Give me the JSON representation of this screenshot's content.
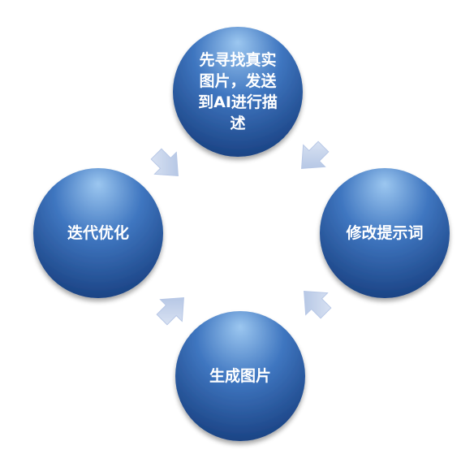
{
  "diagram": {
    "type": "cycle",
    "nodes": [
      {
        "id": "top",
        "lines": [
          "先寻找真实",
          "图片，发送",
          "到AI进行描",
          "述"
        ]
      },
      {
        "id": "right",
        "lines": [
          "修改提示词"
        ]
      },
      {
        "id": "bottom",
        "lines": [
          "生成图片"
        ]
      },
      {
        "id": "left",
        "lines": [
          "迭代优化"
        ]
      }
    ],
    "flow": [
      "top",
      "right",
      "bottom",
      "left",
      "top"
    ]
  },
  "colors": {
    "node_light": "#9cc7f0",
    "node_mid": "#3f76c0",
    "node_dark": "#173e7e",
    "arrow_light": "#dfe7f5",
    "arrow_dark": "#a9bde0",
    "text": "#ffffff"
  }
}
